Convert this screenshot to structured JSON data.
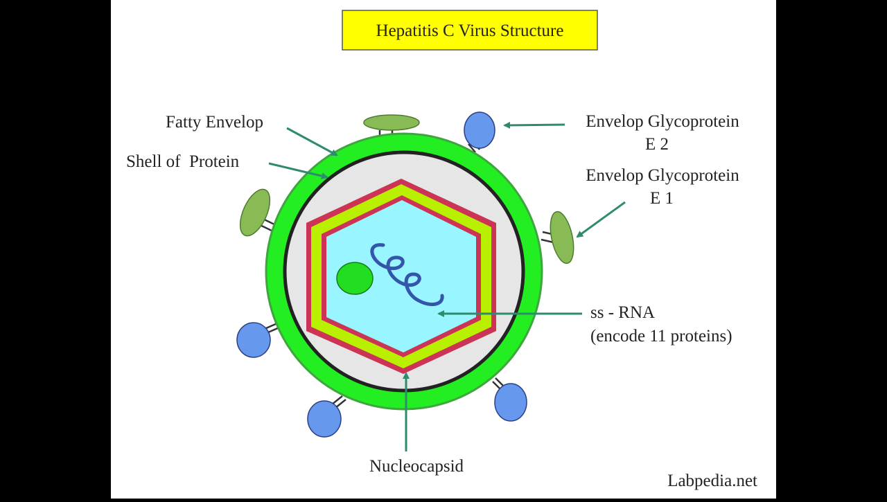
{
  "title": "Hepatitis C Virus Structure",
  "labels": {
    "fatty_envelop": "Fatty Envelop",
    "shell_of_protein": "Shell of  Protein",
    "glycoprotein_e2_line1": "Envelop Glycoprotein",
    "glycoprotein_e2_line2": "E 2",
    "glycoprotein_e1_line1": "Envelop Glycoprotein",
    "glycoprotein_e1_line2": "E 1",
    "ss_rna_line1": "ss - RNA",
    "ss_rna_line2": "(encode 11 proteins)",
    "nucleocapsid": "Nucleocapsid"
  },
  "watermark": "Labpedia.net",
  "colors": {
    "title_box_fill": "#ffff00",
    "envelope_green": "#22ee22",
    "shell_gray": "#e6e6e6",
    "hexagon_red": "#cc3355",
    "hexagon_lime": "#b8f000",
    "core_cyan": "#99f5ff",
    "rna_blue": "#3355aa",
    "e2_blue": "#6699ee",
    "e1_olive": "#88bb55",
    "arrow_teal": "#2e8b6e"
  }
}
